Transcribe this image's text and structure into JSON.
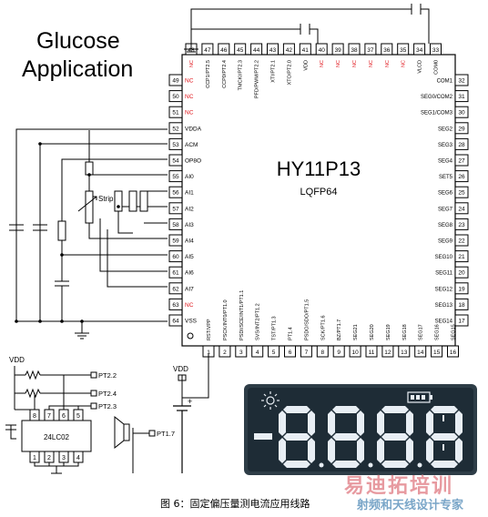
{
  "title_line1": "Glucose",
  "title_line2": "Application",
  "chip": {
    "name": "HY11P13",
    "package": "LQFP64"
  },
  "top_pins": [
    {
      "n": "48",
      "s": "NC",
      "nc": true
    },
    {
      "n": "47",
      "s": "CCP1/PT2.5",
      "nc": false
    },
    {
      "n": "46",
      "s": "CCP0/PT2.4",
      "nc": false
    },
    {
      "n": "45",
      "s": "TMCKI/PT2.3",
      "nc": false
    },
    {
      "n": "44",
      "s": "PFD/PWM/PT2.2",
      "nc": false
    },
    {
      "n": "43",
      "s": "XTI/PT2.1",
      "nc": false
    },
    {
      "n": "42",
      "s": "XTO/PT2.0",
      "nc": false
    },
    {
      "n": "41",
      "s": "VDD",
      "nc": false
    },
    {
      "n": "40",
      "s": "NC",
      "nc": true
    },
    {
      "n": "39",
      "s": "NC",
      "nc": true
    },
    {
      "n": "38",
      "s": "NC",
      "nc": true
    },
    {
      "n": "37",
      "s": "NC",
      "nc": true
    },
    {
      "n": "36",
      "s": "NC",
      "nc": true
    },
    {
      "n": "35",
      "s": "NC",
      "nc": true
    },
    {
      "n": "34",
      "s": "VLCD",
      "nc": false
    },
    {
      "n": "33",
      "s": "COM0",
      "nc": false
    }
  ],
  "left_pins": [
    {
      "n": "49",
      "s": "NC",
      "nc": true
    },
    {
      "n": "50",
      "s": "NC",
      "nc": true
    },
    {
      "n": "51",
      "s": "NC",
      "nc": true
    },
    {
      "n": "52",
      "s": "VDDA",
      "nc": false
    },
    {
      "n": "53",
      "s": "ACM",
      "nc": false
    },
    {
      "n": "54",
      "s": "OP8O",
      "nc": false
    },
    {
      "n": "55",
      "s": "AI0",
      "nc": false
    },
    {
      "n": "56",
      "s": "AI1",
      "nc": false
    },
    {
      "n": "57",
      "s": "AI2",
      "nc": false
    },
    {
      "n": "58",
      "s": "AI3",
      "nc": false
    },
    {
      "n": "59",
      "s": "AI4",
      "nc": false
    },
    {
      "n": "60",
      "s": "AI5",
      "nc": false
    },
    {
      "n": "61",
      "s": "AI6",
      "nc": false
    },
    {
      "n": "62",
      "s": "AI7",
      "nc": false
    },
    {
      "n": "63",
      "s": "NC",
      "nc": true
    },
    {
      "n": "64",
      "s": "VSS",
      "nc": false
    }
  ],
  "right_pins": [
    {
      "n": "32",
      "s": "COM1"
    },
    {
      "n": "31",
      "s": "SEG0/COM2"
    },
    {
      "n": "30",
      "s": "SEG1/COM3"
    },
    {
      "n": "29",
      "s": "SEG2"
    },
    {
      "n": "28",
      "s": "SEG3"
    },
    {
      "n": "27",
      "s": "SEG4"
    },
    {
      "n": "26",
      "s": "SET5"
    },
    {
      "n": "25",
      "s": "SEG6"
    },
    {
      "n": "24",
      "s": "SEG7"
    },
    {
      "n": "23",
      "s": "SEG8"
    },
    {
      "n": "22",
      "s": "SEG9"
    },
    {
      "n": "21",
      "s": "SEG10"
    },
    {
      "n": "20",
      "s": "SEG11"
    },
    {
      "n": "19",
      "s": "SEG12"
    },
    {
      "n": "18",
      "s": "SEG13"
    },
    {
      "n": "17",
      "s": "SEG14"
    }
  ],
  "bottom_pins": [
    {
      "n": "1",
      "s": "RST/VPP"
    },
    {
      "n": "2",
      "s": "PSCK/INT0/PT1.0"
    },
    {
      "n": "3",
      "s": "PSDI/SCE/INT1/PT1.1"
    },
    {
      "n": "4",
      "s": "SVS/INT2/PT1.2"
    },
    {
      "n": "5",
      "s": "TST/PT1.3"
    },
    {
      "n": "6",
      "s": "PT1.4"
    },
    {
      "n": "7",
      "s": "PSDO/SDO/PT1.5"
    },
    {
      "n": "8",
      "s": "SCK/PT1.6"
    },
    {
      "n": "9",
      "s": "BZ/PT1.7"
    },
    {
      "n": "10",
      "s": "SEG21"
    },
    {
      "n": "11",
      "s": "SEG20"
    },
    {
      "n": "12",
      "s": "SEG19"
    },
    {
      "n": "13",
      "s": "SEG18"
    },
    {
      "n": "14",
      "s": "SEG17"
    },
    {
      "n": "15",
      "s": "SEG16"
    },
    {
      "n": "16",
      "s": "SEG15"
    }
  ],
  "strip_label": "Strip",
  "vdd_labels": [
    "VDD",
    "VDD"
  ],
  "eeprom": {
    "name": "24LC02",
    "top_pins": [
      "8",
      "7",
      "6",
      "5"
    ],
    "bottom_pins": [
      "1",
      "2",
      "3",
      "4"
    ]
  },
  "ports": [
    "PT2.2",
    "PT2.4",
    "PT2.3",
    "PT1.7"
  ],
  "battery_plus": "+",
  "lcd_digits": [
    "8",
    "8",
    "8",
    "8"
  ],
  "caption": "图 6：固定偏压量测电流应用线路",
  "watermark_main": "易迪拓培训",
  "watermark_sub": "射频和天线设计专家",
  "colors": {
    "line": "#000000",
    "nc": "#e0151b",
    "lcd_bg": "#1e2c36",
    "lcd_seg": "#e8eef4",
    "lcd_frame": "#3a4a55"
  }
}
